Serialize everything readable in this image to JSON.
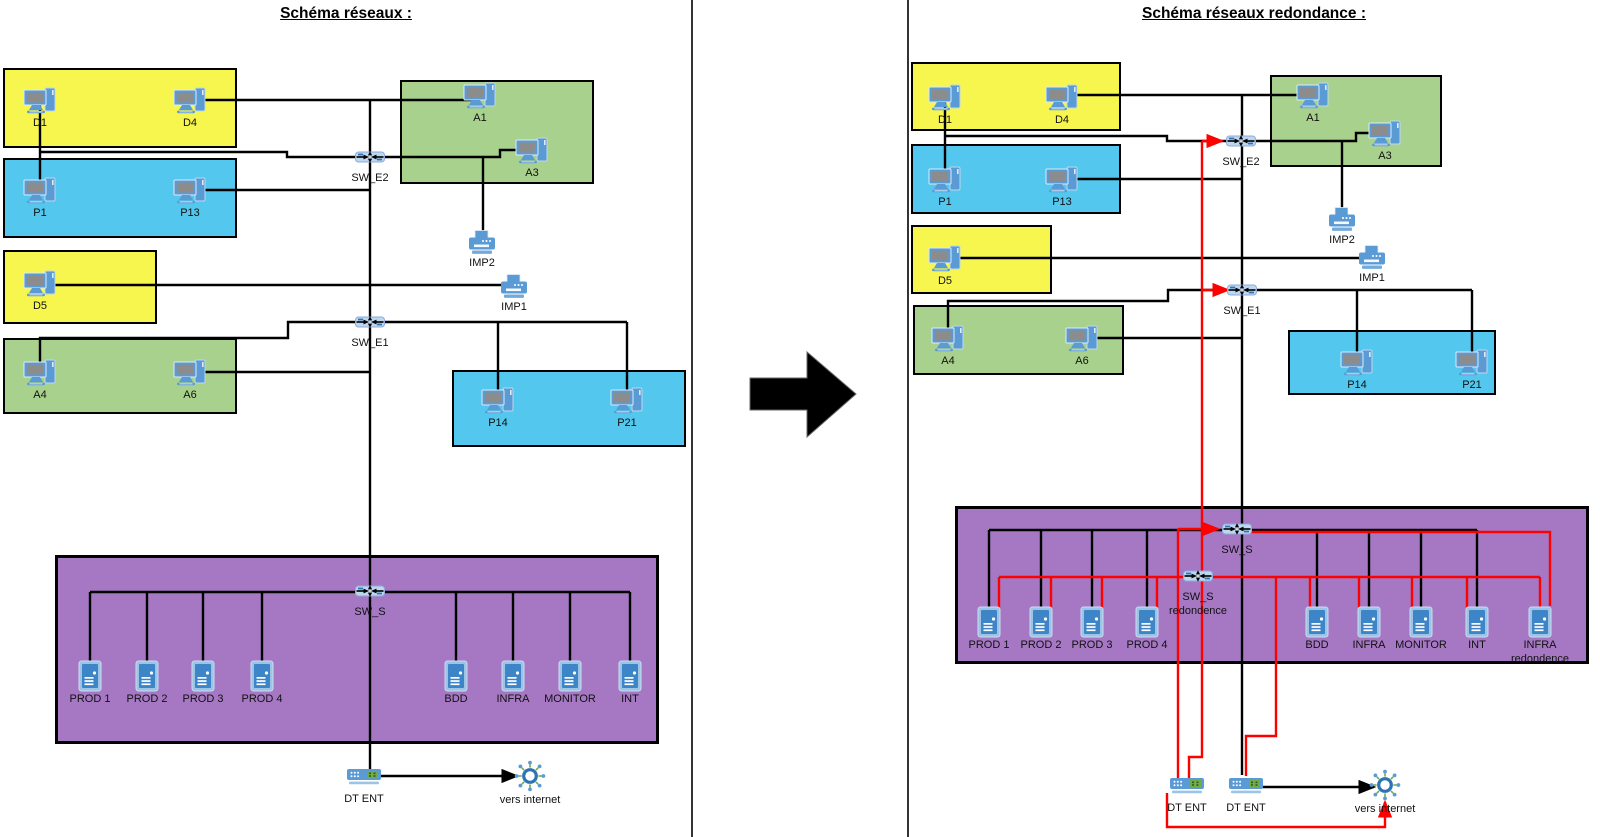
{
  "colors": {
    "yellow_box": "#F7F64E",
    "blue_box": "#53C7ED",
    "green_box": "#A9D18E",
    "purple_box": "#A678C4",
    "line_black": "#000000",
    "line_red": "#FF0000"
  },
  "left": {
    "title": "Schéma réseaux :",
    "nodes": {
      "d1": "D1",
      "d4": "D4",
      "p1": "P1",
      "p13": "P13",
      "d5": "D5",
      "a4": "A4",
      "a6": "A6",
      "a1": "A1",
      "a3": "A3",
      "sw_e2": "SW_E2",
      "sw_e1": "SW_E1",
      "imp2": "IMP2",
      "imp1": "IMP1",
      "p14": "P14",
      "p21": "P21",
      "sw_s": "SW_S",
      "prod1": "PROD 1",
      "prod2": "PROD 2",
      "prod3": "PROD 3",
      "prod4": "PROD 4",
      "bdd": "BDD",
      "infra": "INFRA",
      "monitor": "MONITOR",
      "int": "INT",
      "dt_ent": "DT ENT",
      "internet": "vers internet"
    }
  },
  "right": {
    "title": "Schéma réseaux redondance :",
    "nodes": {
      "d1": "D1",
      "d4": "D4",
      "p1": "P1",
      "p13": "P13",
      "d5": "D5",
      "a4": "A4",
      "a6": "A6",
      "a1": "A1",
      "a3": "A3",
      "sw_e2": "SW_E2",
      "sw_e1": "SW_E1",
      "imp2": "IMP2",
      "imp1": "IMP1",
      "p14": "P14",
      "p21": "P21",
      "sw_s": "SW_S",
      "sw_s_red_line1": "SW_S",
      "sw_s_red_line2": "redondence",
      "prod1": "PROD 1",
      "prod2": "PROD 2",
      "prod3": "PROD 3",
      "prod4": "PROD 4",
      "bdd": "BDD",
      "infra": "INFRA",
      "monitor": "MONITOR",
      "int": "INT",
      "infra_red_line1": "INFRA",
      "infra_red_line2": "redondence",
      "dt_ent1": "DT ENT",
      "dt_ent2": "DT ENT",
      "internet": "vers internet"
    }
  }
}
